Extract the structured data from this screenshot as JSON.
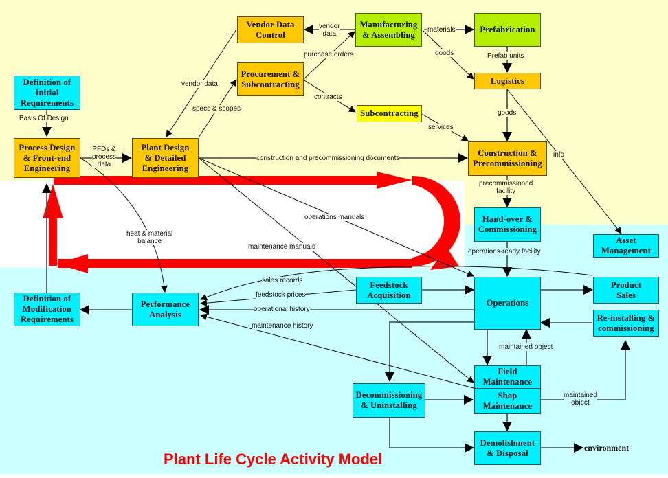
{
  "title": "Plant Life Cycle Activity Model",
  "colors": {
    "design_phase_bg": "#ffffcc",
    "operations_phase_bg": "#ccffff",
    "loop_arrow": "#ff0000",
    "engineering_box": "#ffc800",
    "manufacturing_box": "#b4ee00",
    "subcontracting_box": "#ffff00",
    "operations_box": "#00f0ff"
  },
  "nodes": {
    "def_initial": "Definition of\nInitial\nRequirements",
    "process_design": "Process Design\n& Front-end\nEngineering",
    "plant_design": "Plant Design\n& Detailed\nEngineering",
    "vendor_data_control": "Vendor Data\nControl",
    "procurement": "Procurement &\nSubcontracting",
    "manufacturing": "Manufacturing\n& Assembling",
    "prefabrication": "Prefabrication",
    "logistics": "Logistics",
    "subcontracting": "Subcontracting",
    "construction": "Construction &\nPrecommissioning",
    "handover": "Hand-over &\nCommissioning",
    "asset_mgmt": "Asset\nManagement",
    "operations": "Operations",
    "product_sales": "Product\nSales",
    "reinstalling": "Re-installing &\ncommissioning",
    "feedstock": "Feedstock\nAcquisition",
    "performance": "Performance\nAnalysis",
    "def_modification": "Definition of\nModification\nRequirements",
    "field_maint": "Field\nMaintenance",
    "shop_maint": "Shop\nMaintenance",
    "decommissioning": "Decommissioning\n& Uninstalling",
    "demolishment": "Demolishment\n& Disposal"
  },
  "flows": {
    "basis_of_design": "Basis Of Design",
    "pfds": "PFDs &\nprocess\ndata",
    "vendor_data_1": "vendor data",
    "specs_scopes": "specs & scopes",
    "vendor_data_2": "vendor\ndata",
    "purchase_orders": "purchase orders",
    "contracts": "contracts",
    "materials": "materials",
    "goods_1": "goods",
    "prefab_units": "Prefab units",
    "goods_2": "goods",
    "services": "services",
    "construction_docs": "construction and precommissioning documents",
    "info": "info",
    "precommissioned_facility": "precommissioned\nfacility",
    "operations_ready": "operations-ready facility",
    "operations_manuals": "operations manuals",
    "maintenance_manuals": "maintenance manuals",
    "heat_material": "heat & material\nbalance",
    "sales_records": "sales records",
    "feedstock_prices": "feedstock prices",
    "operational_history": "operational history",
    "maintenance_history": "maintenance history",
    "maintained_object_1": "maintained object",
    "maintained_object_2": "maintained\nobject",
    "environment": "environment"
  }
}
